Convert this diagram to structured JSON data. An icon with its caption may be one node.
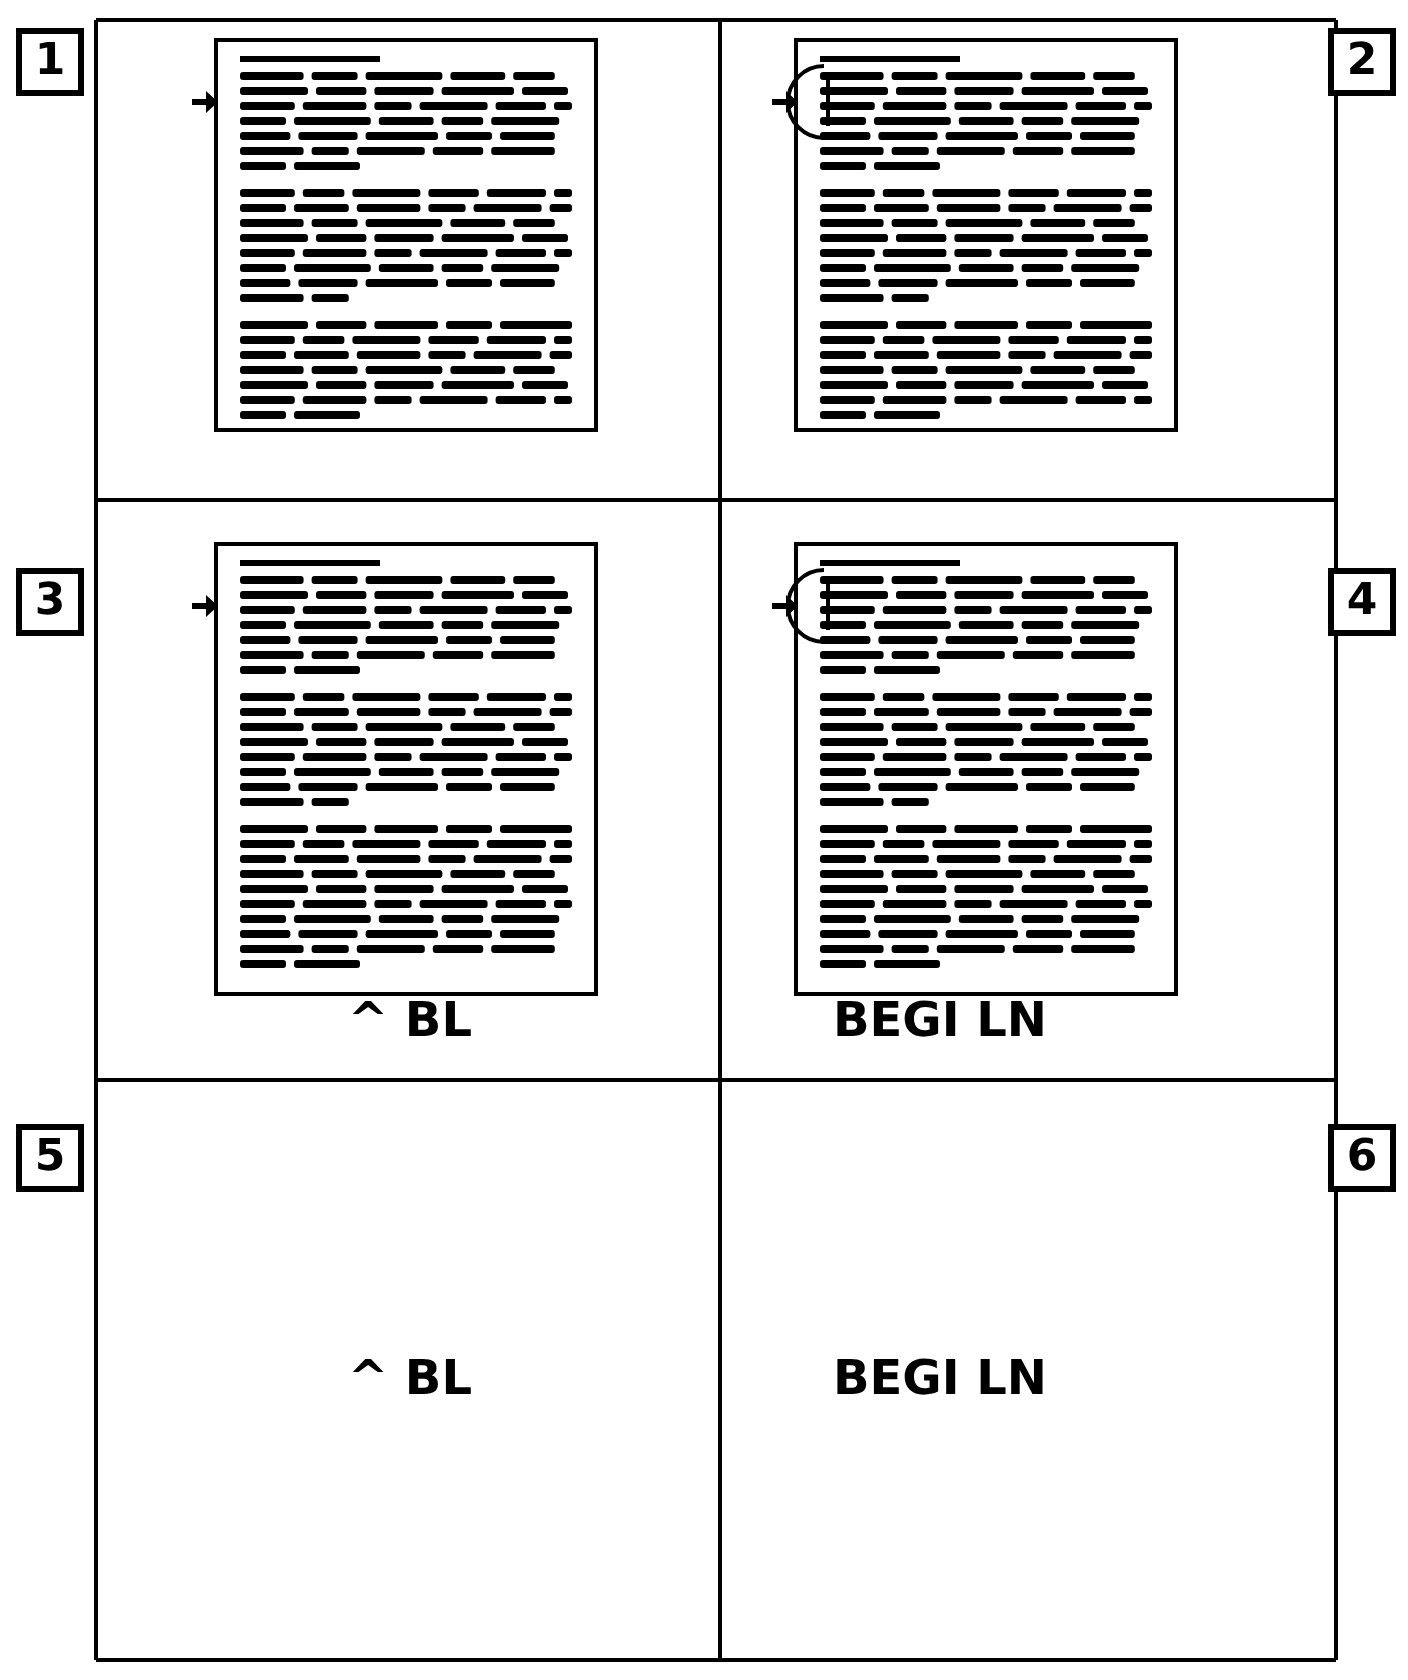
{
  "diagram": {
    "labels": [
      "1",
      "2",
      "3",
      "4",
      "^ BL",
      "BEGI LN",
      "5",
      "6",
      "^ BL",
      "BEGI LN"
    ]
  }
}
